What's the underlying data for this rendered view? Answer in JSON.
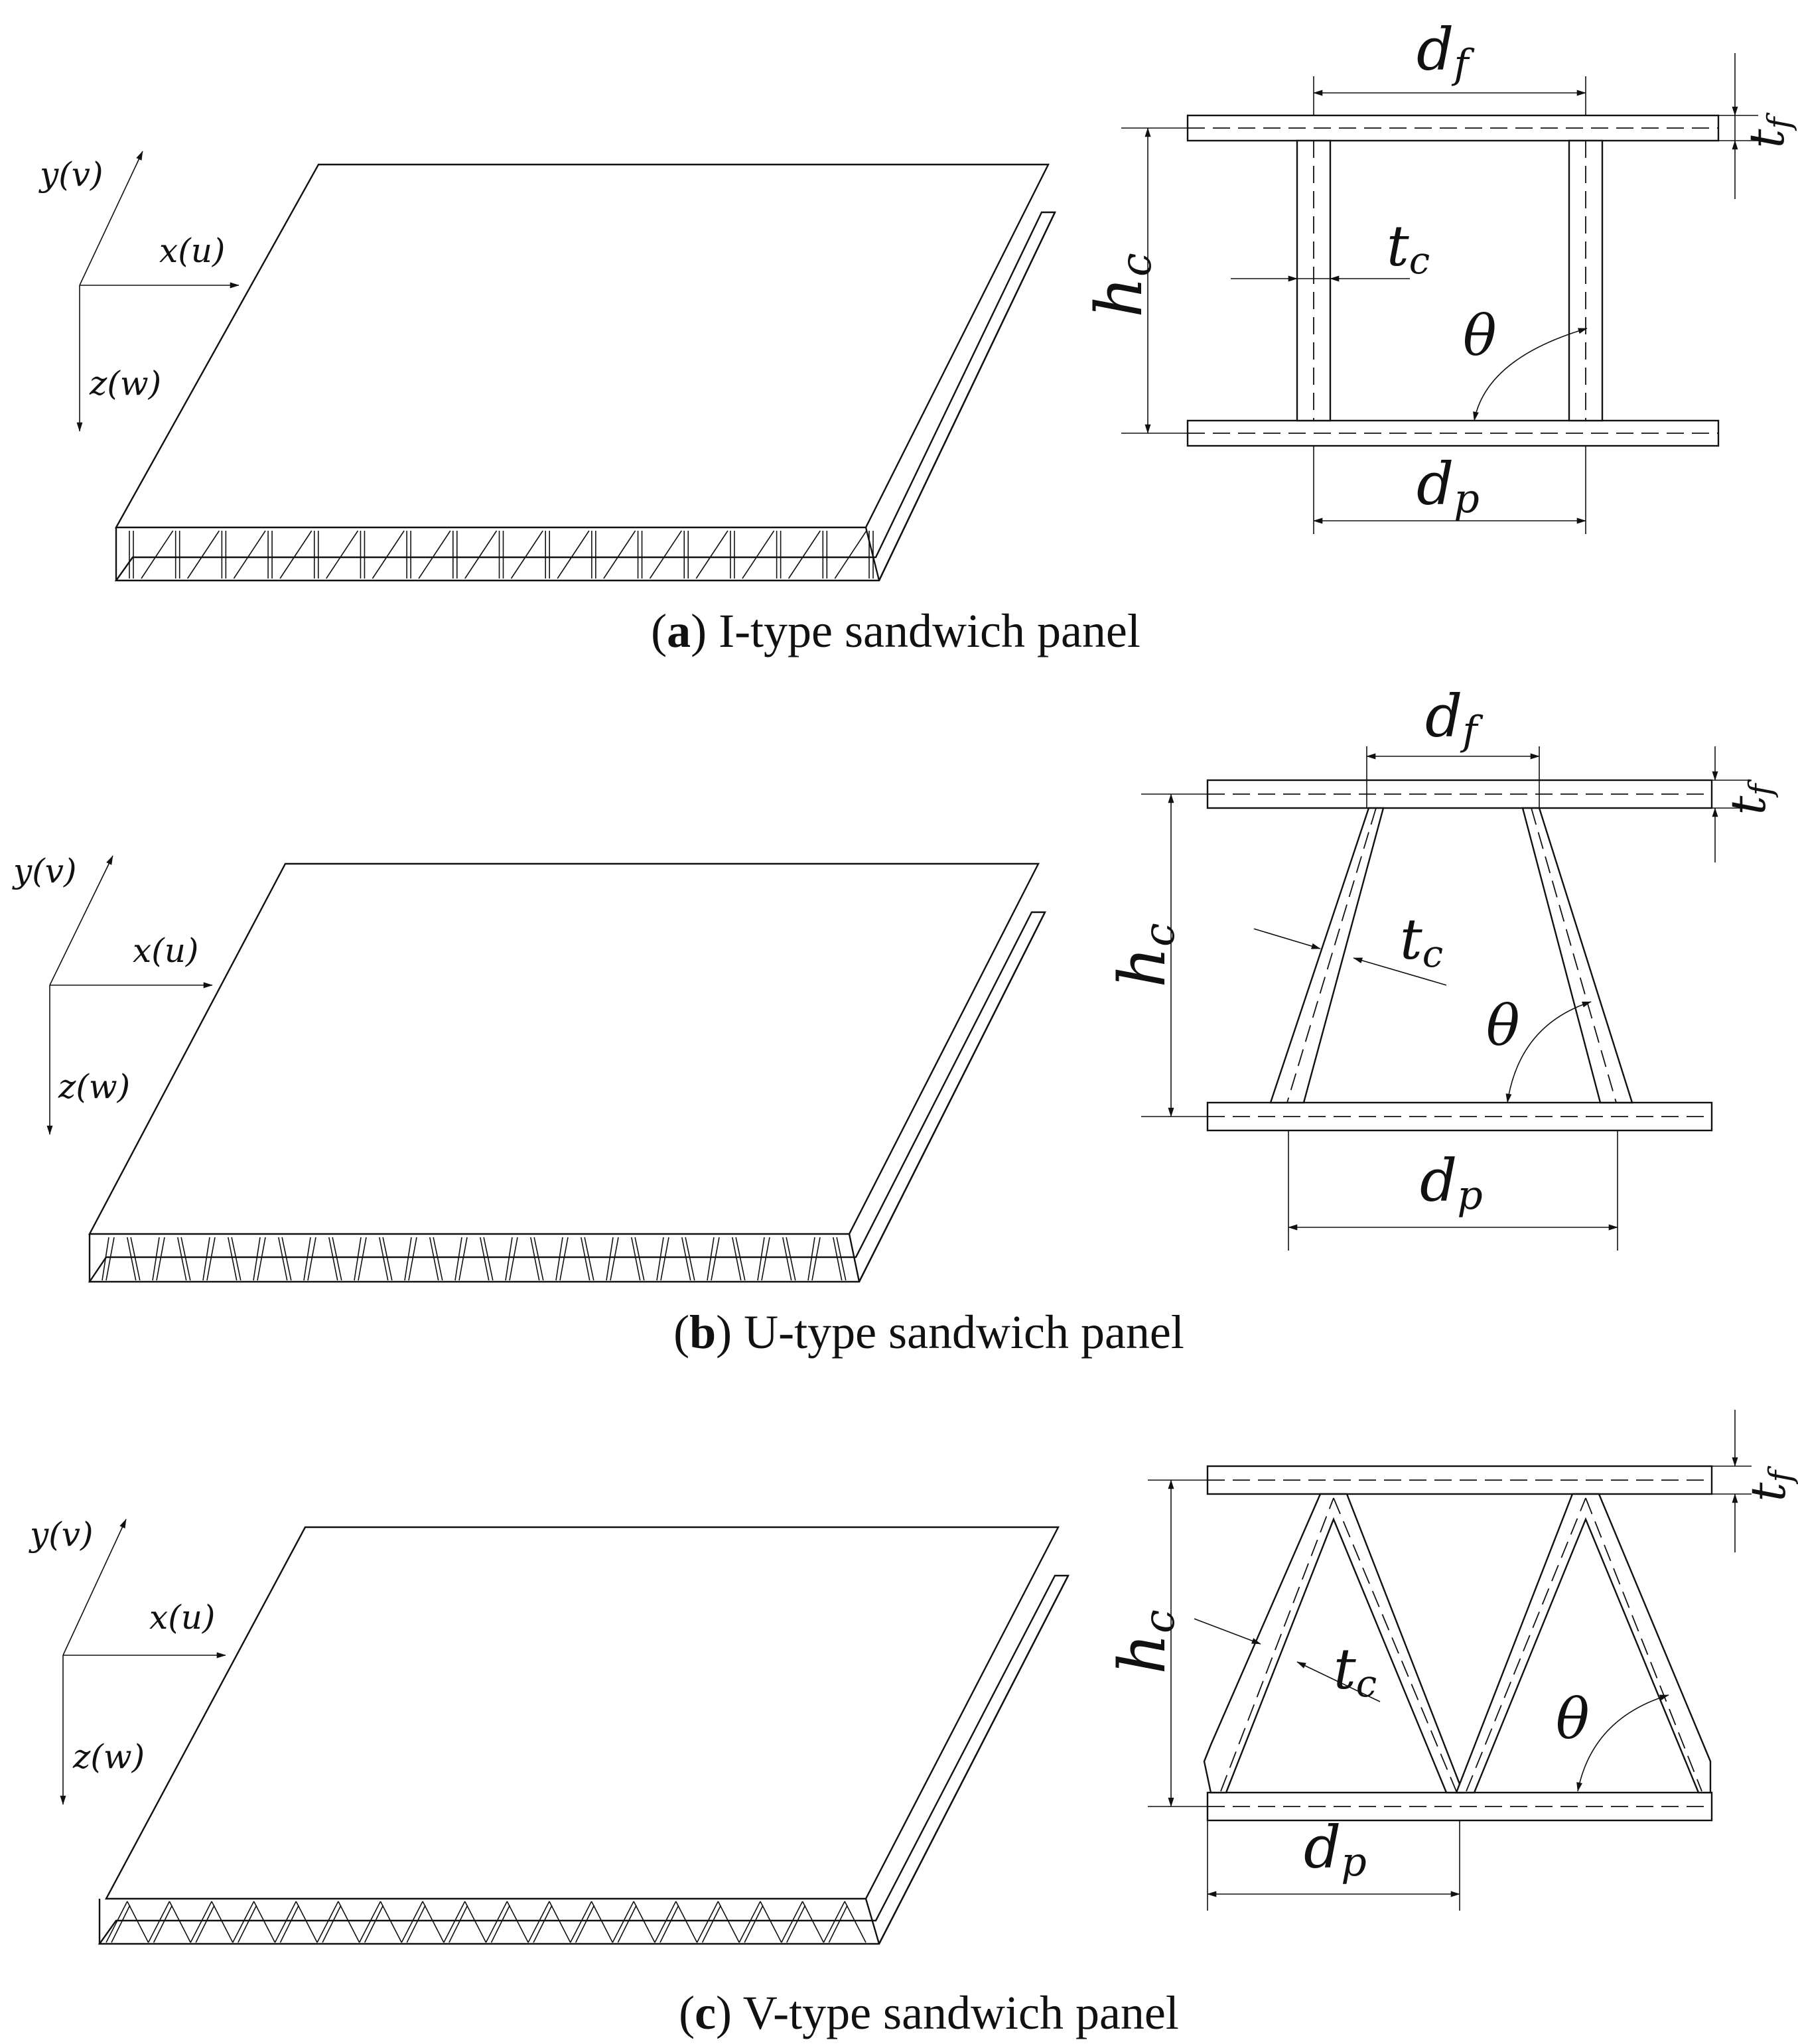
{
  "axes": {
    "y": "y(v)",
    "x": "x(u)",
    "z": "z(w)"
  },
  "symbols": {
    "d": "d",
    "f": "f",
    "p": "p",
    "t": "t",
    "c": "c",
    "h": "h",
    "theta": "θ"
  },
  "captions": [
    {
      "letter": "a",
      "text": "I-type sandwich panel"
    },
    {
      "letter": "b",
      "text": "U-type sandwich panel"
    },
    {
      "letter": "c",
      "text": "V-type sandwich panel"
    }
  ],
  "colors": {
    "ink": "#111111",
    "background": "#ffffff"
  }
}
